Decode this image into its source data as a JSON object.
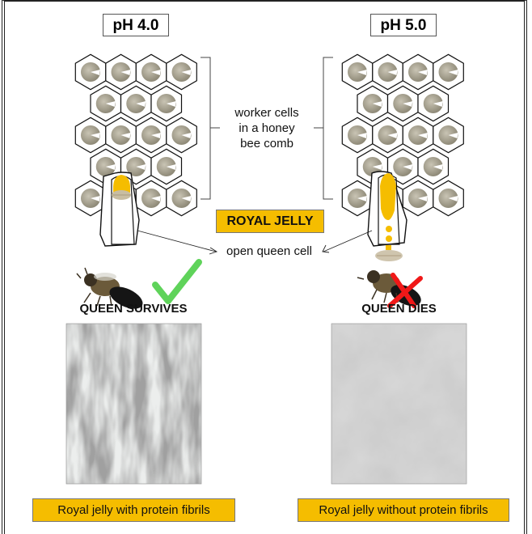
{
  "left": {
    "ph": "pH 4.0",
    "outcome": "QUEEN SURVIVES",
    "caption": "Royal jelly with protein fibrils",
    "status_icon": "check-icon"
  },
  "right": {
    "ph": "pH 5.0",
    "outcome": "QUEEN DIES",
    "caption": "Royal jelly without protein fibrils",
    "status_icon": "cross-icon"
  },
  "center": {
    "comb_label_1": "worker cells",
    "comb_label_2": "in a honey",
    "comb_label_3": "bee comb",
    "royal_jelly": "ROYAL JELLY",
    "queen_cell": "open queen cell"
  },
  "colors": {
    "jelly": "#f5bd00",
    "check": "#5fd35a",
    "cross": "#f01818",
    "larva": "#b0aa98"
  }
}
